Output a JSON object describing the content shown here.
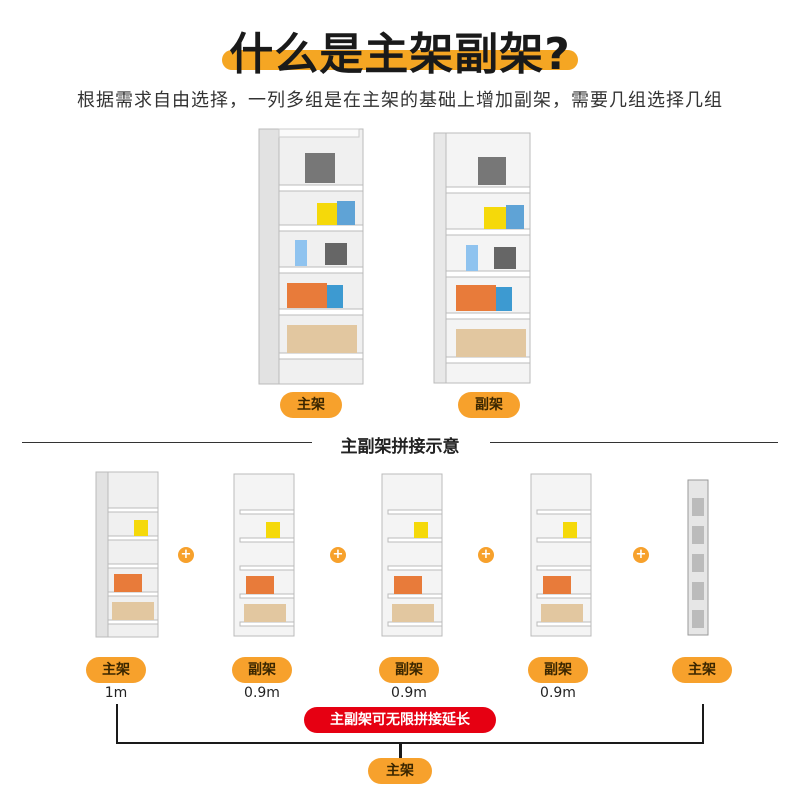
{
  "title": "什么是主架副架?",
  "subtitle": "根据需求自由选择，一列多组是在主架的基础上增加副架，需要几组选择几组",
  "top_labels": {
    "main": "主架",
    "sub": "副架"
  },
  "section_title": "主副架拼接示意",
  "items": [
    {
      "label": "主架",
      "size": "1m"
    },
    {
      "label": "副架",
      "size": "0.9m"
    },
    {
      "label": "副架",
      "size": "0.9m"
    },
    {
      "label": "副架",
      "size": "0.9m"
    },
    {
      "label": "主架",
      "size": ""
    }
  ],
  "plus_symbol": "+",
  "note": "主副架可无限拼接延长",
  "bottom_label": "主架",
  "colors": {
    "accent": "#f7a12c",
    "red": "#e60012",
    "shelf": "#ececec"
  }
}
